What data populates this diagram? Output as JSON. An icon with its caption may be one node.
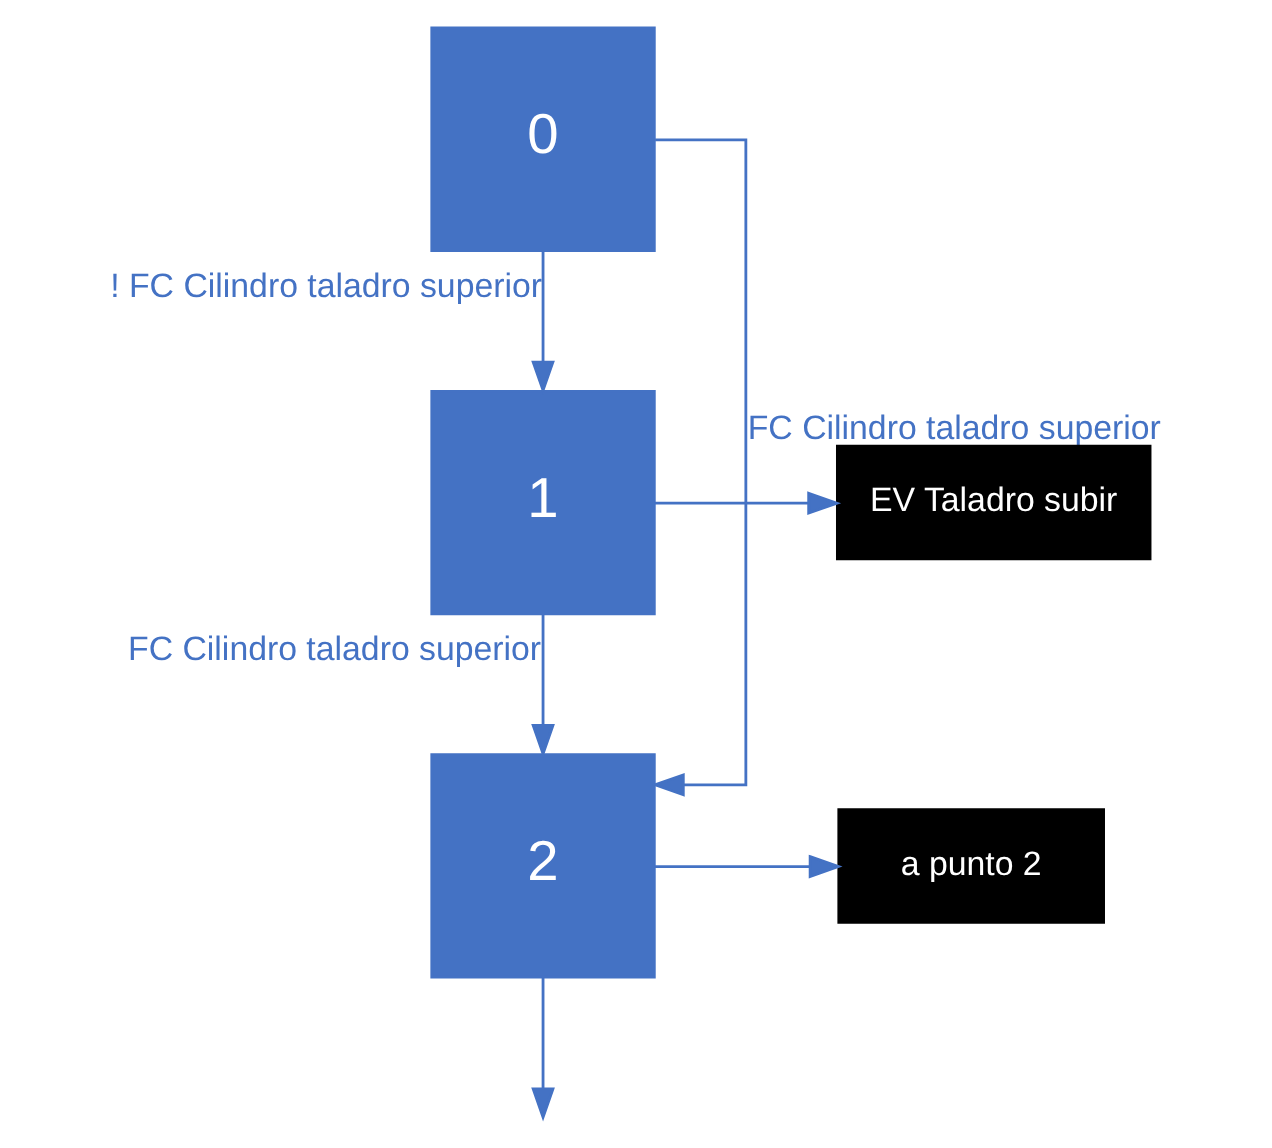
{
  "diagram": {
    "nodes": [
      {
        "text": [
          "0"
        ]
      },
      {
        "text": [
          "1"
        ]
      },
      {
        "text": [
          "EV Taladro subir"
        ]
      },
      {
        "text": [
          "2"
        ]
      },
      {
        "text": [
          "a punto 2"
        ]
      }
    ],
    "edges": [
      {
        "from": 0,
        "to": 1,
        "arrow": "to",
        "label": "! FC Cilindro taladro superior"
      },
      {
        "from": 0,
        "to": 3,
        "arrow": "to",
        "label": "FC Cilindro taladro superior"
      },
      {
        "from": 1,
        "to": 2,
        "arrow": "to"
      },
      {
        "from": 1,
        "to": 3,
        "arrow": "to",
        "label": "FC Cilindro taladro superior"
      },
      {
        "from": 3,
        "to": 4,
        "arrow": "to"
      },
      {
        "from": 3,
        "to": null,
        "arrow": "to"
      }
    ]
  }
}
